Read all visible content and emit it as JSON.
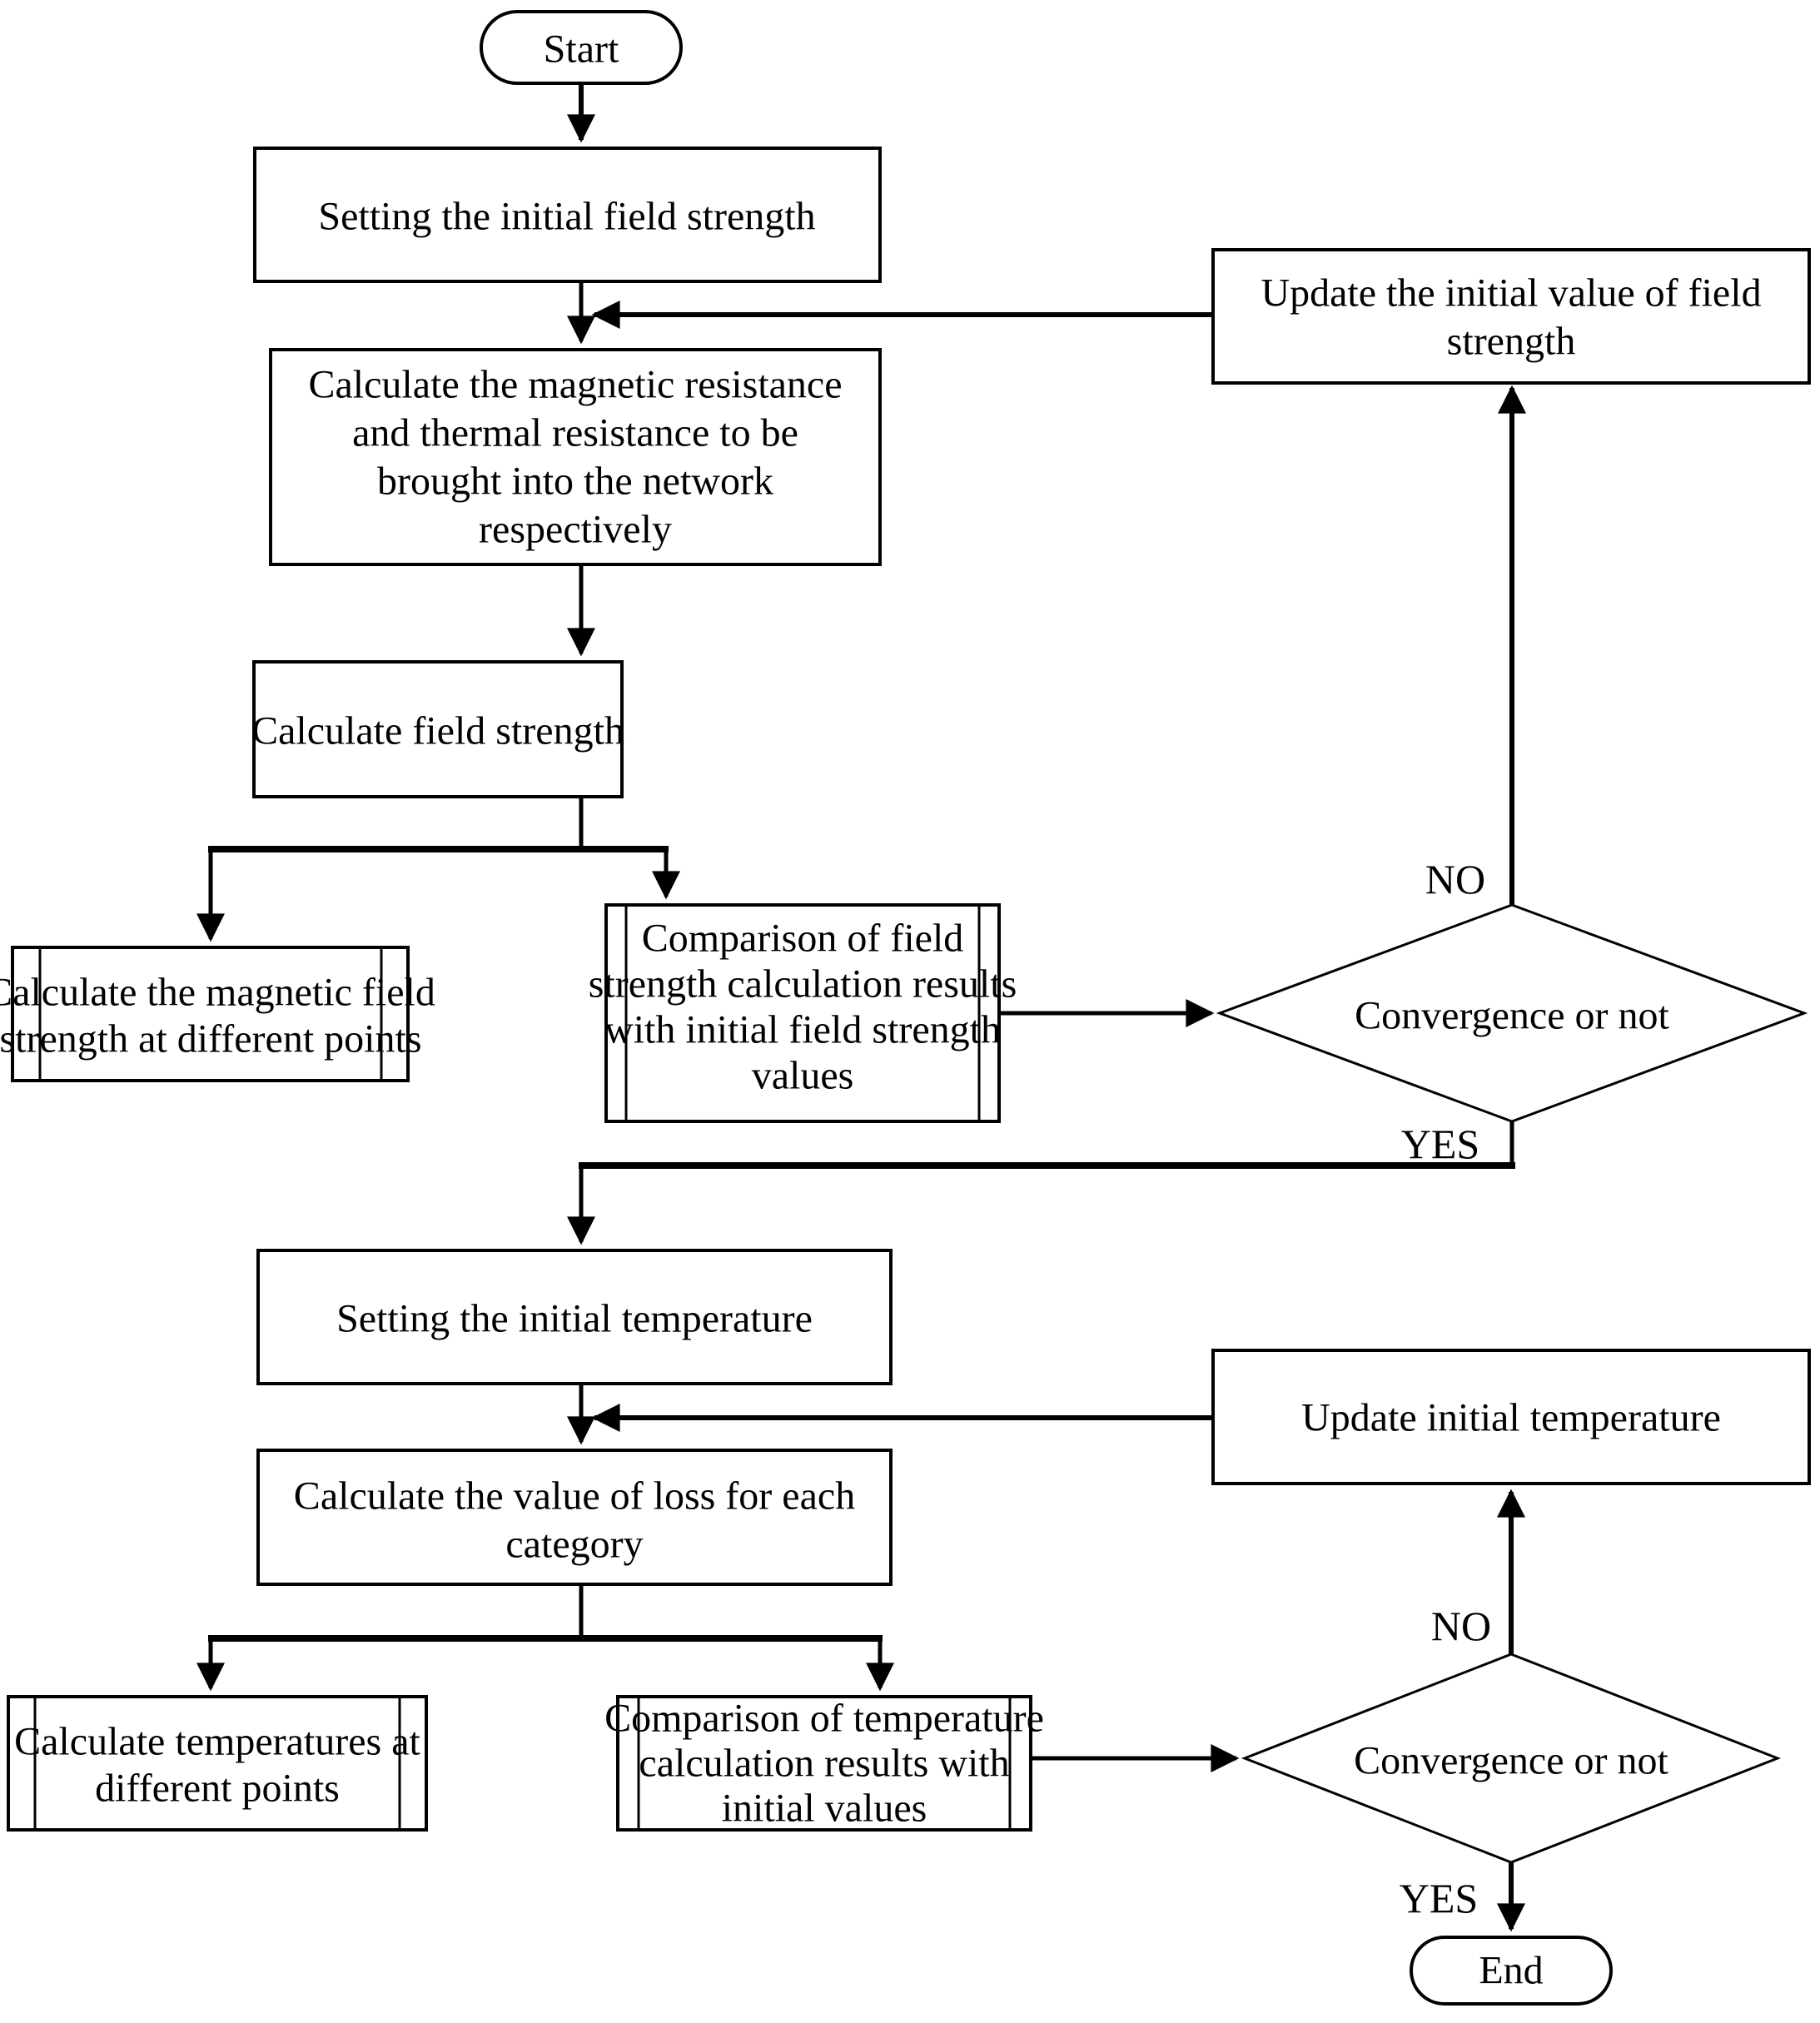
{
  "diagram": {
    "type": "flowchart",
    "colors": {
      "stroke": "#000000",
      "background": "#ffffff",
      "text": "#000000"
    },
    "nodes": {
      "start": {
        "label": "Start",
        "shape": "terminator"
      },
      "set_field": {
        "label": "Setting the initial field strength",
        "shape": "process"
      },
      "calc_resistance": {
        "shape": "process",
        "lines": [
          "Calculate the magnetic resistance",
          "and thermal resistance to be",
          "brought into the network",
          "respectively"
        ]
      },
      "calc_field": {
        "label": "Calculate field strength",
        "shape": "process"
      },
      "calc_field_points": {
        "shape": "predefined-process",
        "lines": [
          "Calculate the magnetic field",
          "strength at different points"
        ]
      },
      "compare_field": {
        "shape": "predefined-process",
        "lines": [
          "Comparison of field",
          "strength calculation results",
          "with initial field strength",
          "values"
        ]
      },
      "convergence1": {
        "label": "Convergence or not",
        "shape": "decision"
      },
      "update_field": {
        "shape": "process",
        "lines": [
          "Update the initial value of field",
          "strength"
        ]
      },
      "set_temp": {
        "label": "Setting the initial temperature",
        "shape": "process"
      },
      "calc_loss": {
        "shape": "process",
        "lines": [
          "Calculate the value of loss for each",
          "category"
        ]
      },
      "calc_temp_points": {
        "shape": "predefined-process",
        "lines": [
          "Calculate temperatures at",
          "different points"
        ]
      },
      "compare_temp": {
        "shape": "predefined-process",
        "lines": [
          "Comparison of temperature",
          "calculation results with",
          "initial values"
        ]
      },
      "convergence2": {
        "label": "Convergence or not",
        "shape": "decision"
      },
      "update_temp": {
        "label": "Update initial temperature",
        "shape": "process"
      },
      "end": {
        "label": "End",
        "shape": "terminator"
      }
    },
    "edge_labels": {
      "no1": "NO",
      "yes1": "YES",
      "no2": "NO",
      "yes2": "YES"
    }
  }
}
